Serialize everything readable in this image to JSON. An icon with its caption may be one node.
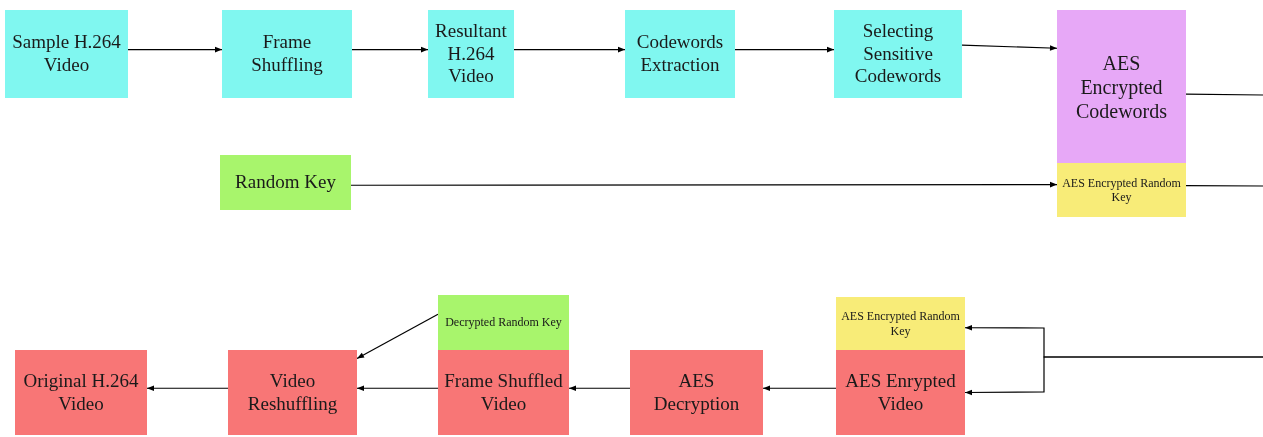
{
  "diagram": {
    "nodes": [
      {
        "text": [
          "Sample H.264 Video"
        ]
      },
      {
        "text": [
          "Frame Shuffling"
        ]
      },
      {
        "text": [
          "Resultant H.264 Video"
        ]
      },
      {
        "text": [
          "Codewords Extraction"
        ]
      },
      {
        "text": [
          "Selecting Sensitive Codewords"
        ]
      },
      {
        "text": [
          "AES Encrypted Codewords"
        ]
      },
      {
        "text": [
          "AES Encrypted Random Key"
        ]
      },
      {
        "text": [
          "Random Key"
        ]
      },
      {
        "text": [
          "AES Encrypted Random Key"
        ]
      },
      {
        "text": [
          "AES Enrypted Video"
        ]
      },
      {
        "text": [
          "Decrypted Random Key"
        ]
      },
      {
        "text": [
          "Frame Shuffled Video"
        ]
      },
      {
        "text": [
          "AES Decryption"
        ]
      },
      {
        "text": [
          "Video Reshuffling"
        ]
      },
      {
        "text": [
          "Original H.264 Video"
        ]
      }
    ],
    "edges": [
      {
        "from": 0,
        "to": 1,
        "arrow": "to"
      },
      {
        "from": 1,
        "to": 2,
        "arrow": "to"
      },
      {
        "from": 2,
        "to": 3,
        "arrow": "to"
      },
      {
        "from": 3,
        "to": 4,
        "arrow": "to"
      },
      {
        "from": 4,
        "to": 5,
        "arrow": "to"
      },
      {
        "from": 7,
        "to": 6,
        "arrow": "to"
      },
      {
        "from": 5,
        "to": null,
        "arrow": "none"
      },
      {
        "from": 6,
        "to": null,
        "arrow": "none"
      },
      {
        "from": null,
        "to": 8,
        "arrow": "to"
      },
      {
        "from": null,
        "to": 9,
        "arrow": "to"
      },
      {
        "from": 9,
        "to": 12,
        "arrow": "to"
      },
      {
        "from": 12,
        "to": 11,
        "arrow": "to"
      },
      {
        "from": 11,
        "to": 13,
        "arrow": "to"
      },
      {
        "from": 10,
        "to": 13,
        "arrow": "to"
      },
      {
        "from": 13,
        "to": 14,
        "arrow": "to"
      }
    ]
  }
}
